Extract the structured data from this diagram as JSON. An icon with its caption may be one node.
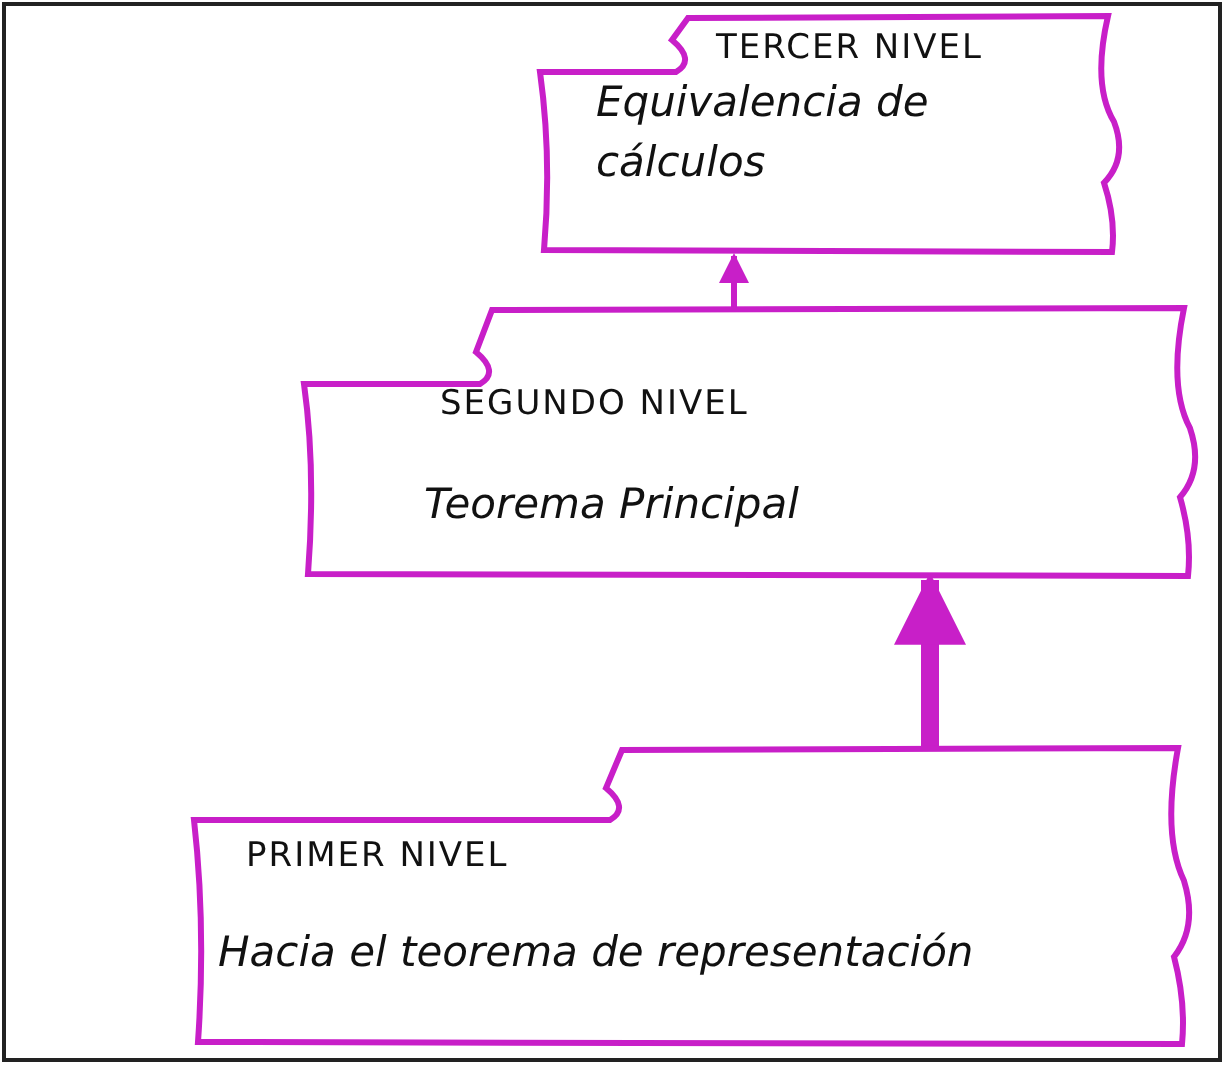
{
  "diagram": {
    "nodes": [
      {
        "text": [
          "TERCER NIVEL",
          "Equivalencia de cálculos"
        ]
      },
      {
        "text": [
          "SEGUNDO NIVEL",
          "Teorema Principal"
        ]
      },
      {
        "text": [
          "PRIMER NIVEL",
          "Hacia el teorema de representación"
        ]
      }
    ],
    "edges": [
      {
        "from": 2,
        "to": 1,
        "arrow": "to",
        "style": "thick"
      },
      {
        "from": 1,
        "to": 0,
        "arrow": "to"
      }
    ]
  }
}
